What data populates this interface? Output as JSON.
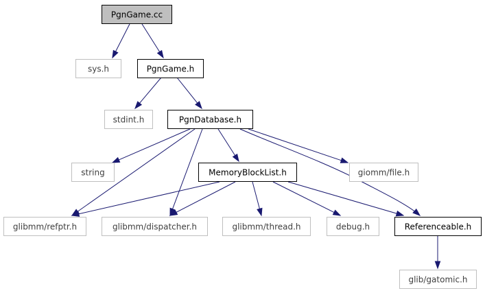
{
  "graph": {
    "colors": {
      "edge": "#191970",
      "focus_fill": "#bfbfbf",
      "internal_border": "#000000",
      "external_border": "#bfbfbf"
    },
    "nodes": [
      {
        "id": "pgngame_cc",
        "label": "PgnGame.cc",
        "kind": "focus"
      },
      {
        "id": "sys_h",
        "label": "sys.h",
        "kind": "external"
      },
      {
        "id": "pgngame_h",
        "label": "PgnGame.h",
        "kind": "internal"
      },
      {
        "id": "stdint_h",
        "label": "stdint.h",
        "kind": "external"
      },
      {
        "id": "pgndatabase_h",
        "label": "PgnDatabase.h",
        "kind": "internal"
      },
      {
        "id": "string",
        "label": "string",
        "kind": "external"
      },
      {
        "id": "memoryblocklist_h",
        "label": "MemoryBlockList.h",
        "kind": "internal"
      },
      {
        "id": "giomm_file_h",
        "label": "giomm/file.h",
        "kind": "external"
      },
      {
        "id": "glibmm_refptr_h",
        "label": "glibmm/refptr.h",
        "kind": "external"
      },
      {
        "id": "glibmm_dispatcher_h",
        "label": "glibmm/dispatcher.h",
        "kind": "external"
      },
      {
        "id": "glibmm_thread_h",
        "label": "glibmm/thread.h",
        "kind": "external"
      },
      {
        "id": "debug_h",
        "label": "debug.h",
        "kind": "external"
      },
      {
        "id": "referenceable_h",
        "label": "Referenceable.h",
        "kind": "internal"
      },
      {
        "id": "glib_gatomic_h",
        "label": "glib/gatomic.h",
        "kind": "external"
      }
    ],
    "edges": [
      {
        "from": "pgngame_cc",
        "to": "sys_h"
      },
      {
        "from": "pgngame_cc",
        "to": "pgngame_h"
      },
      {
        "from": "pgngame_h",
        "to": "stdint_h"
      },
      {
        "from": "pgngame_h",
        "to": "pgndatabase_h"
      },
      {
        "from": "pgndatabase_h",
        "to": "string"
      },
      {
        "from": "pgndatabase_h",
        "to": "glibmm_refptr_h"
      },
      {
        "from": "pgndatabase_h",
        "to": "glibmm_dispatcher_h"
      },
      {
        "from": "pgndatabase_h",
        "to": "memoryblocklist_h"
      },
      {
        "from": "pgndatabase_h",
        "to": "referenceable_h"
      },
      {
        "from": "pgndatabase_h",
        "to": "giomm_file_h"
      },
      {
        "from": "memoryblocklist_h",
        "to": "glibmm_refptr_h"
      },
      {
        "from": "memoryblocklist_h",
        "to": "glibmm_dispatcher_h"
      },
      {
        "from": "memoryblocklist_h",
        "to": "glibmm_thread_h"
      },
      {
        "from": "memoryblocklist_h",
        "to": "debug_h"
      },
      {
        "from": "memoryblocklist_h",
        "to": "referenceable_h"
      },
      {
        "from": "referenceable_h",
        "to": "glib_gatomic_h"
      }
    ]
  }
}
